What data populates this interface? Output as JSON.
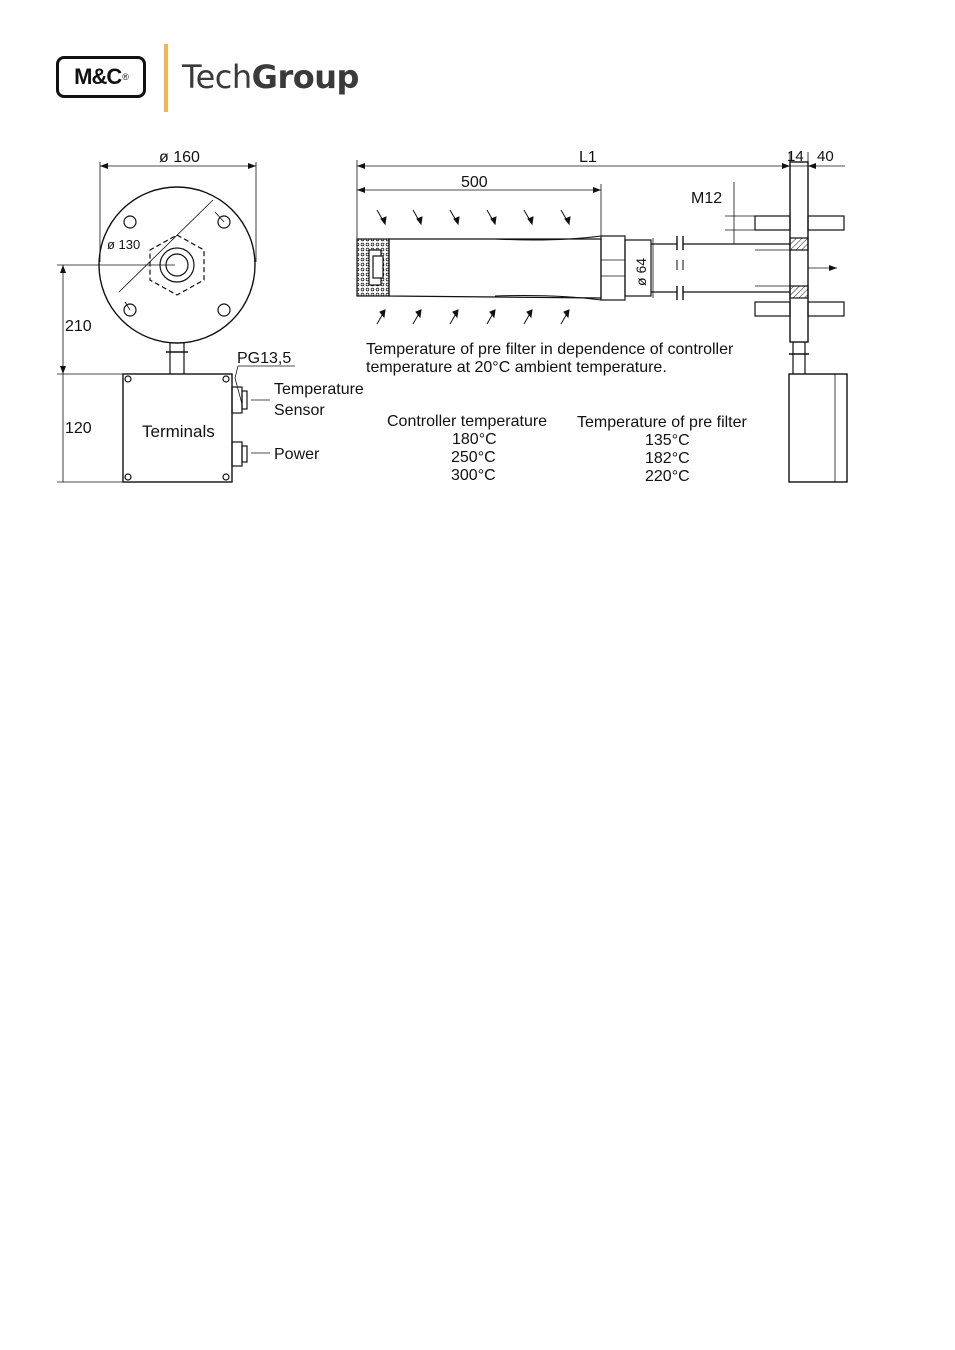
{
  "logo": {
    "mark": "M&C",
    "registered": "®",
    "group_light": "Tech",
    "group_bold": "Group",
    "accent_color": "#f2b55a"
  },
  "drawing": {
    "dim_diameter_outer": "ø 160",
    "dim_bolt_circle": "ø 130",
    "dim_height_total": "210",
    "dim_height_box": "120",
    "dim_length_L1": "L1",
    "dim_length_500": "500",
    "dim_flange_14": "14",
    "dim_flange_40": "40",
    "dim_thread": "M12",
    "dim_tube_diameter": "ø 64",
    "label_gland": "PG13,5",
    "label_terminals": "Terminals",
    "label_temp_sensor_1": "Temperature",
    "label_temp_sensor_2": "Sensor",
    "label_power": "Power",
    "note_line_1": "Temperature of pre filter in dependence of controller",
    "note_line_2": "temperature at 20°C ambient temperature."
  },
  "temperature_table": {
    "headers": [
      "Controller temperature",
      "Temperature of pre filter"
    ],
    "rows": [
      [
        "180°C",
        "135°C"
      ],
      [
        "250°C",
        "182°C"
      ],
      [
        "300°C",
        "220°C"
      ]
    ]
  }
}
